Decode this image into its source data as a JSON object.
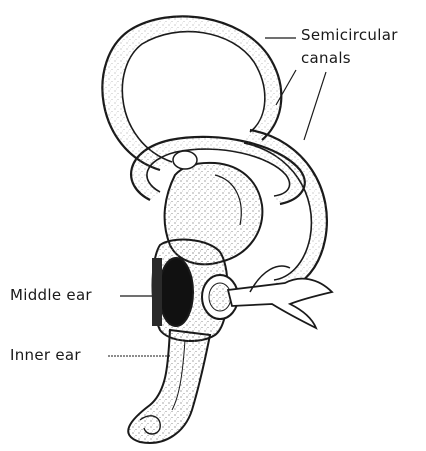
{
  "labels": {
    "semicircular_line1": "Semicircular",
    "semicircular_line2": "canals",
    "middle_ear": "Middle ear",
    "inner_ear": "Inner ear"
  },
  "colors": {
    "ink": "#1a1a1a",
    "background": "#ffffff",
    "stipple": "#6b6b6b"
  }
}
